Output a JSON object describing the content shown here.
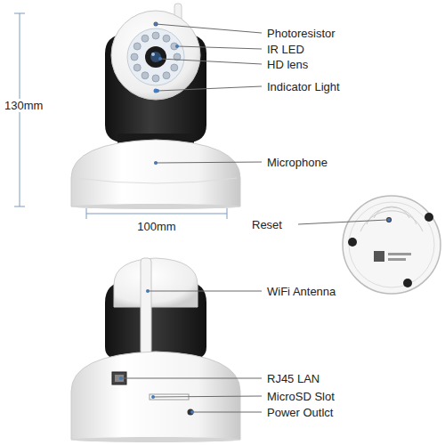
{
  "diagram": {
    "labels": [
      "Photoresistor",
      "IR LED",
      "HD lens",
      "Indicator Light",
      "130mm",
      "Microphone",
      "100mm",
      "Reset",
      "WiFi Antenna",
      "RJ45 LAN",
      "MicroSD Slot",
      "Power Outlct"
    ]
  }
}
